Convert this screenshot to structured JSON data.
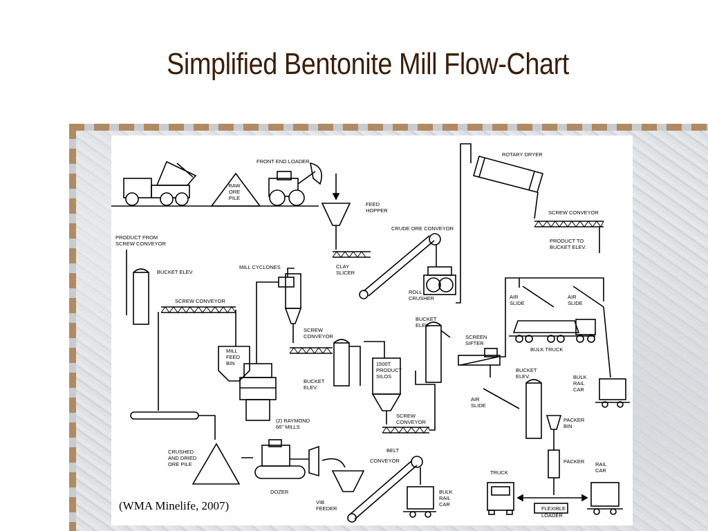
{
  "title": "Simplified Bentonite Mill Flow-Chart",
  "caption": "(WMA Minelife, 2007)",
  "labels": {
    "front_end_loader": "FRONT END LOADER",
    "raw_ore_pile": [
      "RAW",
      "ORE",
      "PILE"
    ],
    "feed_hopper": [
      "FEED",
      "HOPPER"
    ],
    "rotary_dryer": "ROTARY DRYER",
    "screw_conveyor_top": "SCREW CONVEYOR",
    "product_to_bucket_elev": [
      "PRODUCT TO",
      "BUCKET ELEV."
    ],
    "product_from_screw_conveyor": [
      "PRODUCT FROM",
      "SCREW CONVEYOR"
    ],
    "crude_ore_conveyor": "CRUDE ORE CONVEYOR",
    "clay_slicer": [
      "CLAY",
      "SLICER"
    ],
    "roll_crusher": [
      "ROLL",
      "CRUSHER"
    ],
    "bucket_elev_left": "BUCKET ELEV.",
    "mill_cyclones": "MILL CYCLONES",
    "screw_conveyor_left": "SCREW CONVEYOR",
    "mill_feed_bin": [
      "MILL",
      "FEED",
      "BIN"
    ],
    "screw_conveyor_mid": [
      "SCREW",
      "CONVEYOR"
    ],
    "air_slide_1": [
      "AIR",
      "SLIDE"
    ],
    "air_slide_2": [
      "AIR",
      "SLIDE"
    ],
    "bulk_truck": "BULK TRUCK",
    "bucket_elev_upper": [
      "BUCKET",
      "ELEV."
    ],
    "screen_sifter": [
      "SCREEN",
      "SIFTER"
    ],
    "product_silos": [
      "1500T",
      "PRODUCT",
      "SILOS"
    ],
    "bucket_elev_mid": [
      "BUCKET",
      "ELEV."
    ],
    "bucket_elev_right": [
      "BUCKET",
      "ELEV."
    ],
    "bulk_rail_car_right": [
      "BULK",
      "RAIL",
      "CAR"
    ],
    "raymond_mills": [
      "(2) RAYMOND",
      "66\" MILLS"
    ],
    "screw_conveyor_lower": [
      "SCREW",
      "CONVEYOR"
    ],
    "air_slide_3": [
      "AIR",
      "SLIDE"
    ],
    "packer_bin": [
      "PACKER",
      "BIN"
    ],
    "crushed_ore_pile": [
      "CRUSHED",
      "AND DRIED",
      "ORE PILE"
    ],
    "belt_conveyor": [
      "BELT",
      "CONVEYOR"
    ],
    "packer": "PACKER",
    "truck": "TRUCK",
    "rail_car": [
      "RAIL",
      "CAR"
    ],
    "dozer": "DOZER",
    "vib_feeder": [
      "VIB",
      "FEEDER"
    ],
    "bulk_rail_car_bottom": [
      "BULK",
      "RAIL",
      "CAR"
    ],
    "flexible_loader": [
      "FLEXIBLE",
      "LOADER"
    ]
  }
}
